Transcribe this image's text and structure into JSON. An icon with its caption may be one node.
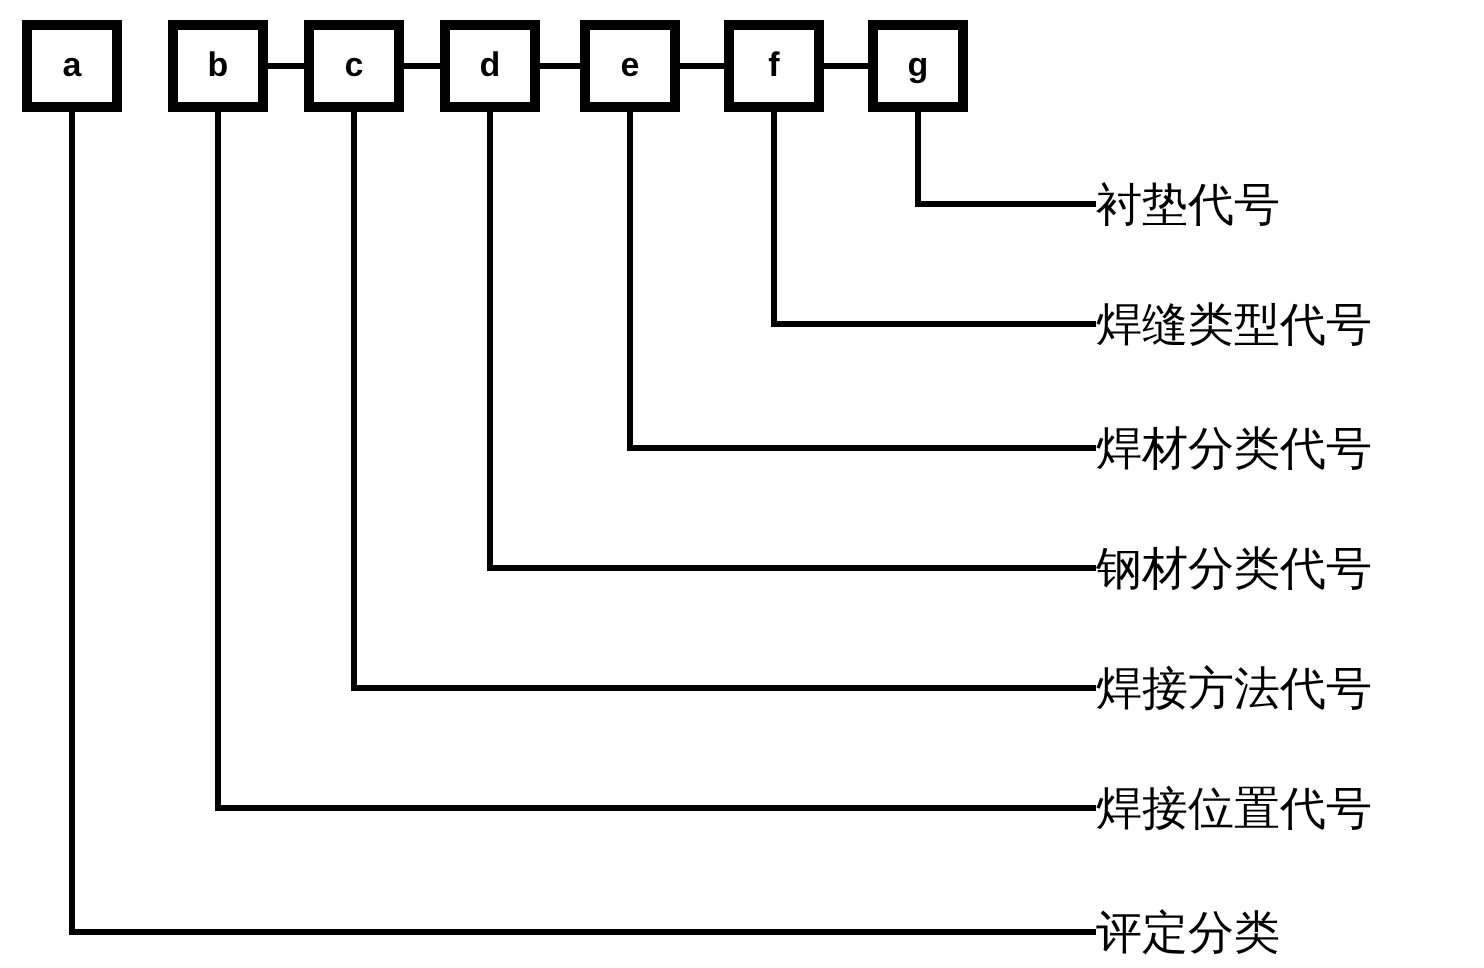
{
  "diagram": {
    "nodes": [
      {
        "text": [
          "a"
        ]
      },
      {
        "text": [
          "b"
        ]
      },
      {
        "text": [
          "c"
        ]
      },
      {
        "text": [
          "d"
        ]
      },
      {
        "text": [
          "e"
        ]
      },
      {
        "text": [
          "f"
        ]
      },
      {
        "text": [
          "g"
        ]
      },
      {
        "text": [
          "衬垫代号"
        ]
      },
      {
        "text": [
          "焊缝类型代号"
        ]
      },
      {
        "text": [
          "焊材分类代号"
        ]
      },
      {
        "text": [
          "钢材分类代号"
        ]
      },
      {
        "text": [
          "焊接方法代号"
        ]
      },
      {
        "text": [
          "焊接位置代号"
        ]
      },
      {
        "text": [
          "评定分类"
        ]
      }
    ],
    "edges": [
      {
        "from": 1,
        "to": 2,
        "arrow": "none"
      },
      {
        "from": 2,
        "to": 3,
        "arrow": "none"
      },
      {
        "from": 3,
        "to": 4,
        "arrow": "none"
      },
      {
        "from": 4,
        "to": 5,
        "arrow": "none"
      },
      {
        "from": 5,
        "to": 6,
        "arrow": "none"
      },
      {
        "from": 6,
        "to": 7,
        "arrow": "none"
      },
      {
        "from": 5,
        "to": 8,
        "arrow": "none"
      },
      {
        "from": 4,
        "to": 9,
        "arrow": "none"
      },
      {
        "from": 3,
        "to": 10,
        "arrow": "none"
      },
      {
        "from": 2,
        "to": 11,
        "arrow": "none"
      },
      {
        "from": 1,
        "to": 12,
        "arrow": "none"
      },
      {
        "from": 0,
        "to": 13,
        "arrow": "none"
      }
    ]
  }
}
